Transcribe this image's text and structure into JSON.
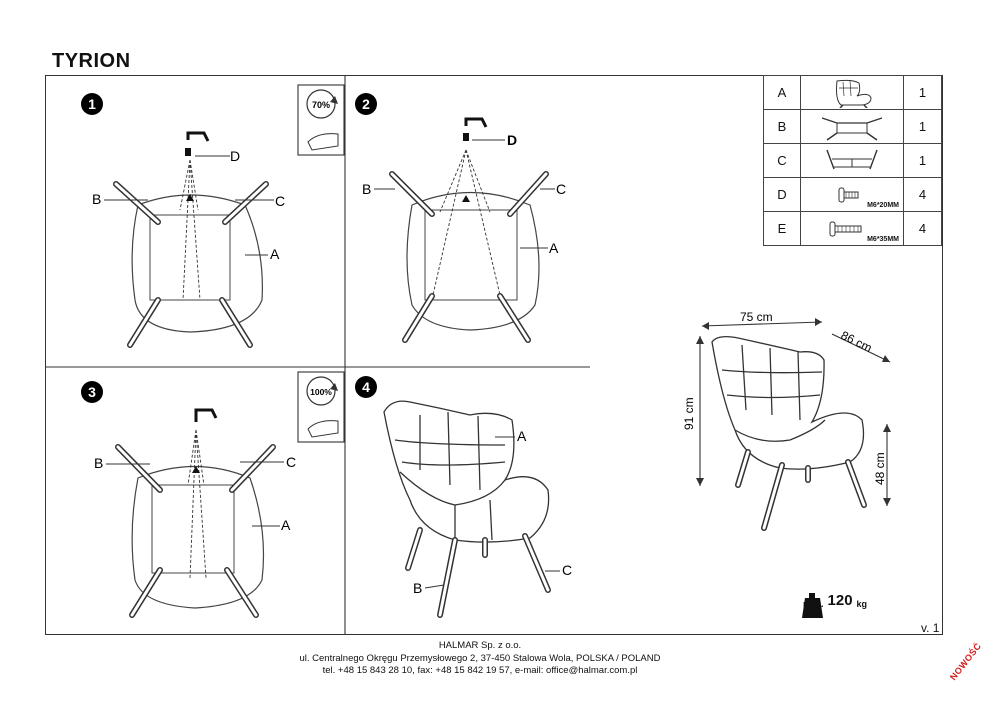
{
  "header": {
    "title": "TYRION"
  },
  "steps": {
    "s1": {
      "number": "1",
      "labels": {
        "a": "A",
        "b": "B",
        "c": "C",
        "d": "D"
      },
      "rotation": "70%"
    },
    "s2": {
      "number": "2",
      "labels": {
        "a": "A",
        "b": "B",
        "c": "C",
        "d": "D"
      }
    },
    "s3": {
      "number": "3",
      "labels": {
        "a": "A",
        "b": "B",
        "c": "C"
      },
      "rotation": "100%"
    },
    "s4": {
      "number": "4",
      "labels": {
        "a": "A",
        "b": "B",
        "c": "C"
      }
    }
  },
  "parts": [
    {
      "letter": "A",
      "icon": "armchair-icon",
      "spec": "",
      "qty": "1"
    },
    {
      "letter": "B",
      "icon": "leg-frame-icon",
      "spec": "",
      "qty": "1"
    },
    {
      "letter": "C",
      "icon": "leg-frame-icon",
      "spec": "",
      "qty": "1"
    },
    {
      "letter": "D",
      "icon": "bolt-icon",
      "spec": "M6*20MM",
      "qty": "4"
    },
    {
      "letter": "E",
      "icon": "bolt-icon",
      "spec": "M6*35MM",
      "qty": "4"
    }
  ],
  "dimensions": {
    "width": "75 cm",
    "depth": "86 cm",
    "height": "91 cm",
    "seat_height": "48 cm"
  },
  "max_load": {
    "label": "max.",
    "value": "120",
    "unit": "kg"
  },
  "version": "v. 1",
  "company": {
    "name": "HALMAR Sp. z o.o.",
    "address": "ul. Centralnego Okręgu Przemysłowego 2, 37-450 Stalowa Wola, POLSKA / POLAND",
    "contact": "tel. +48 15 843 28 10, fax: +48 15 842 19 57, e-mail: office@halmar.com.pl"
  },
  "stamp": "NOWOŚĆ"
}
